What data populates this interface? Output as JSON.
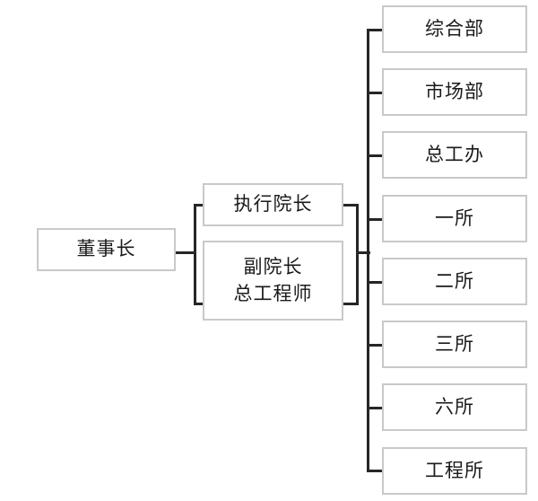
{
  "chart_data": {
    "type": "diagram",
    "diagram_type": "organization-chart",
    "orientation": "left-to-right",
    "title": "",
    "box_border_color": "#c9c9c9",
    "connector_color": "#262626",
    "text_color": "#1a1a1a",
    "background_color": "#ffffff",
    "levels": 3,
    "nodes": [
      {
        "id": "chairman",
        "label": "董事长",
        "level": 1
      },
      {
        "id": "exec-president",
        "label": "执行院长",
        "level": 2
      },
      {
        "id": "vice-president",
        "label": "副院长",
        "label_line2": "总工程师",
        "level": 2
      },
      {
        "id": "dept-1",
        "label": "综合部",
        "level": 3
      },
      {
        "id": "dept-2",
        "label": "市场部",
        "level": 3
      },
      {
        "id": "dept-3",
        "label": "总工办",
        "level": 3
      },
      {
        "id": "dept-4",
        "label": "一所",
        "level": 3
      },
      {
        "id": "dept-5",
        "label": "二所",
        "level": 3
      },
      {
        "id": "dept-6",
        "label": "三所",
        "level": 3
      },
      {
        "id": "dept-7",
        "label": "六所",
        "level": 3
      },
      {
        "id": "dept-8",
        "label": "工程所",
        "level": 3
      }
    ],
    "edges": [
      {
        "from": "chairman",
        "to": "exec-president"
      },
      {
        "from": "chairman",
        "to": "vice-president"
      },
      {
        "from": "exec-president",
        "to": "dept-1"
      },
      {
        "from": "exec-president",
        "to": "dept-2"
      },
      {
        "from": "exec-president",
        "to": "dept-3"
      },
      {
        "from": "exec-president",
        "to": "dept-4"
      },
      {
        "from": "exec-president",
        "to": "dept-5"
      },
      {
        "from": "exec-president",
        "to": "dept-6"
      },
      {
        "from": "exec-president",
        "to": "dept-7"
      },
      {
        "from": "exec-president",
        "to": "dept-8"
      }
    ]
  },
  "root": {
    "chairman": "董事长"
  },
  "middle": {
    "exec_president": "执行院长",
    "vice_president_line1": "副院长",
    "vice_president_line2": "总工程师"
  },
  "departments": [
    {
      "label": "综合部"
    },
    {
      "label": "市场部"
    },
    {
      "label": "总工办"
    },
    {
      "label": "一所"
    },
    {
      "label": "二所"
    },
    {
      "label": "三所"
    },
    {
      "label": "六所"
    },
    {
      "label": "工程所"
    }
  ]
}
